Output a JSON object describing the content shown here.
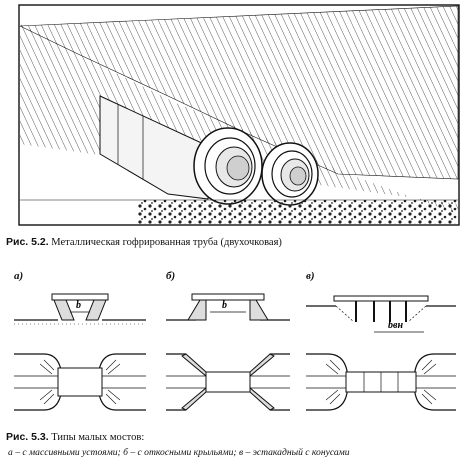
{
  "figure_5_2": {
    "caption_number": "Рис. 5.2.",
    "caption_text": "Металлическая гофрированная труба (двухочковая)"
  },
  "figure_5_3": {
    "panel_labels": [
      "а)",
      "б)",
      "в)"
    ],
    "span_labels": [
      "b",
      "b",
      "bвн"
    ],
    "caption_number": "Рис. 5.3.",
    "caption_title": "Типы малых мостов:",
    "caption_line2": "а – с массивными устоями; б – с откосными крыльями; в – эстакадный с конусами"
  }
}
